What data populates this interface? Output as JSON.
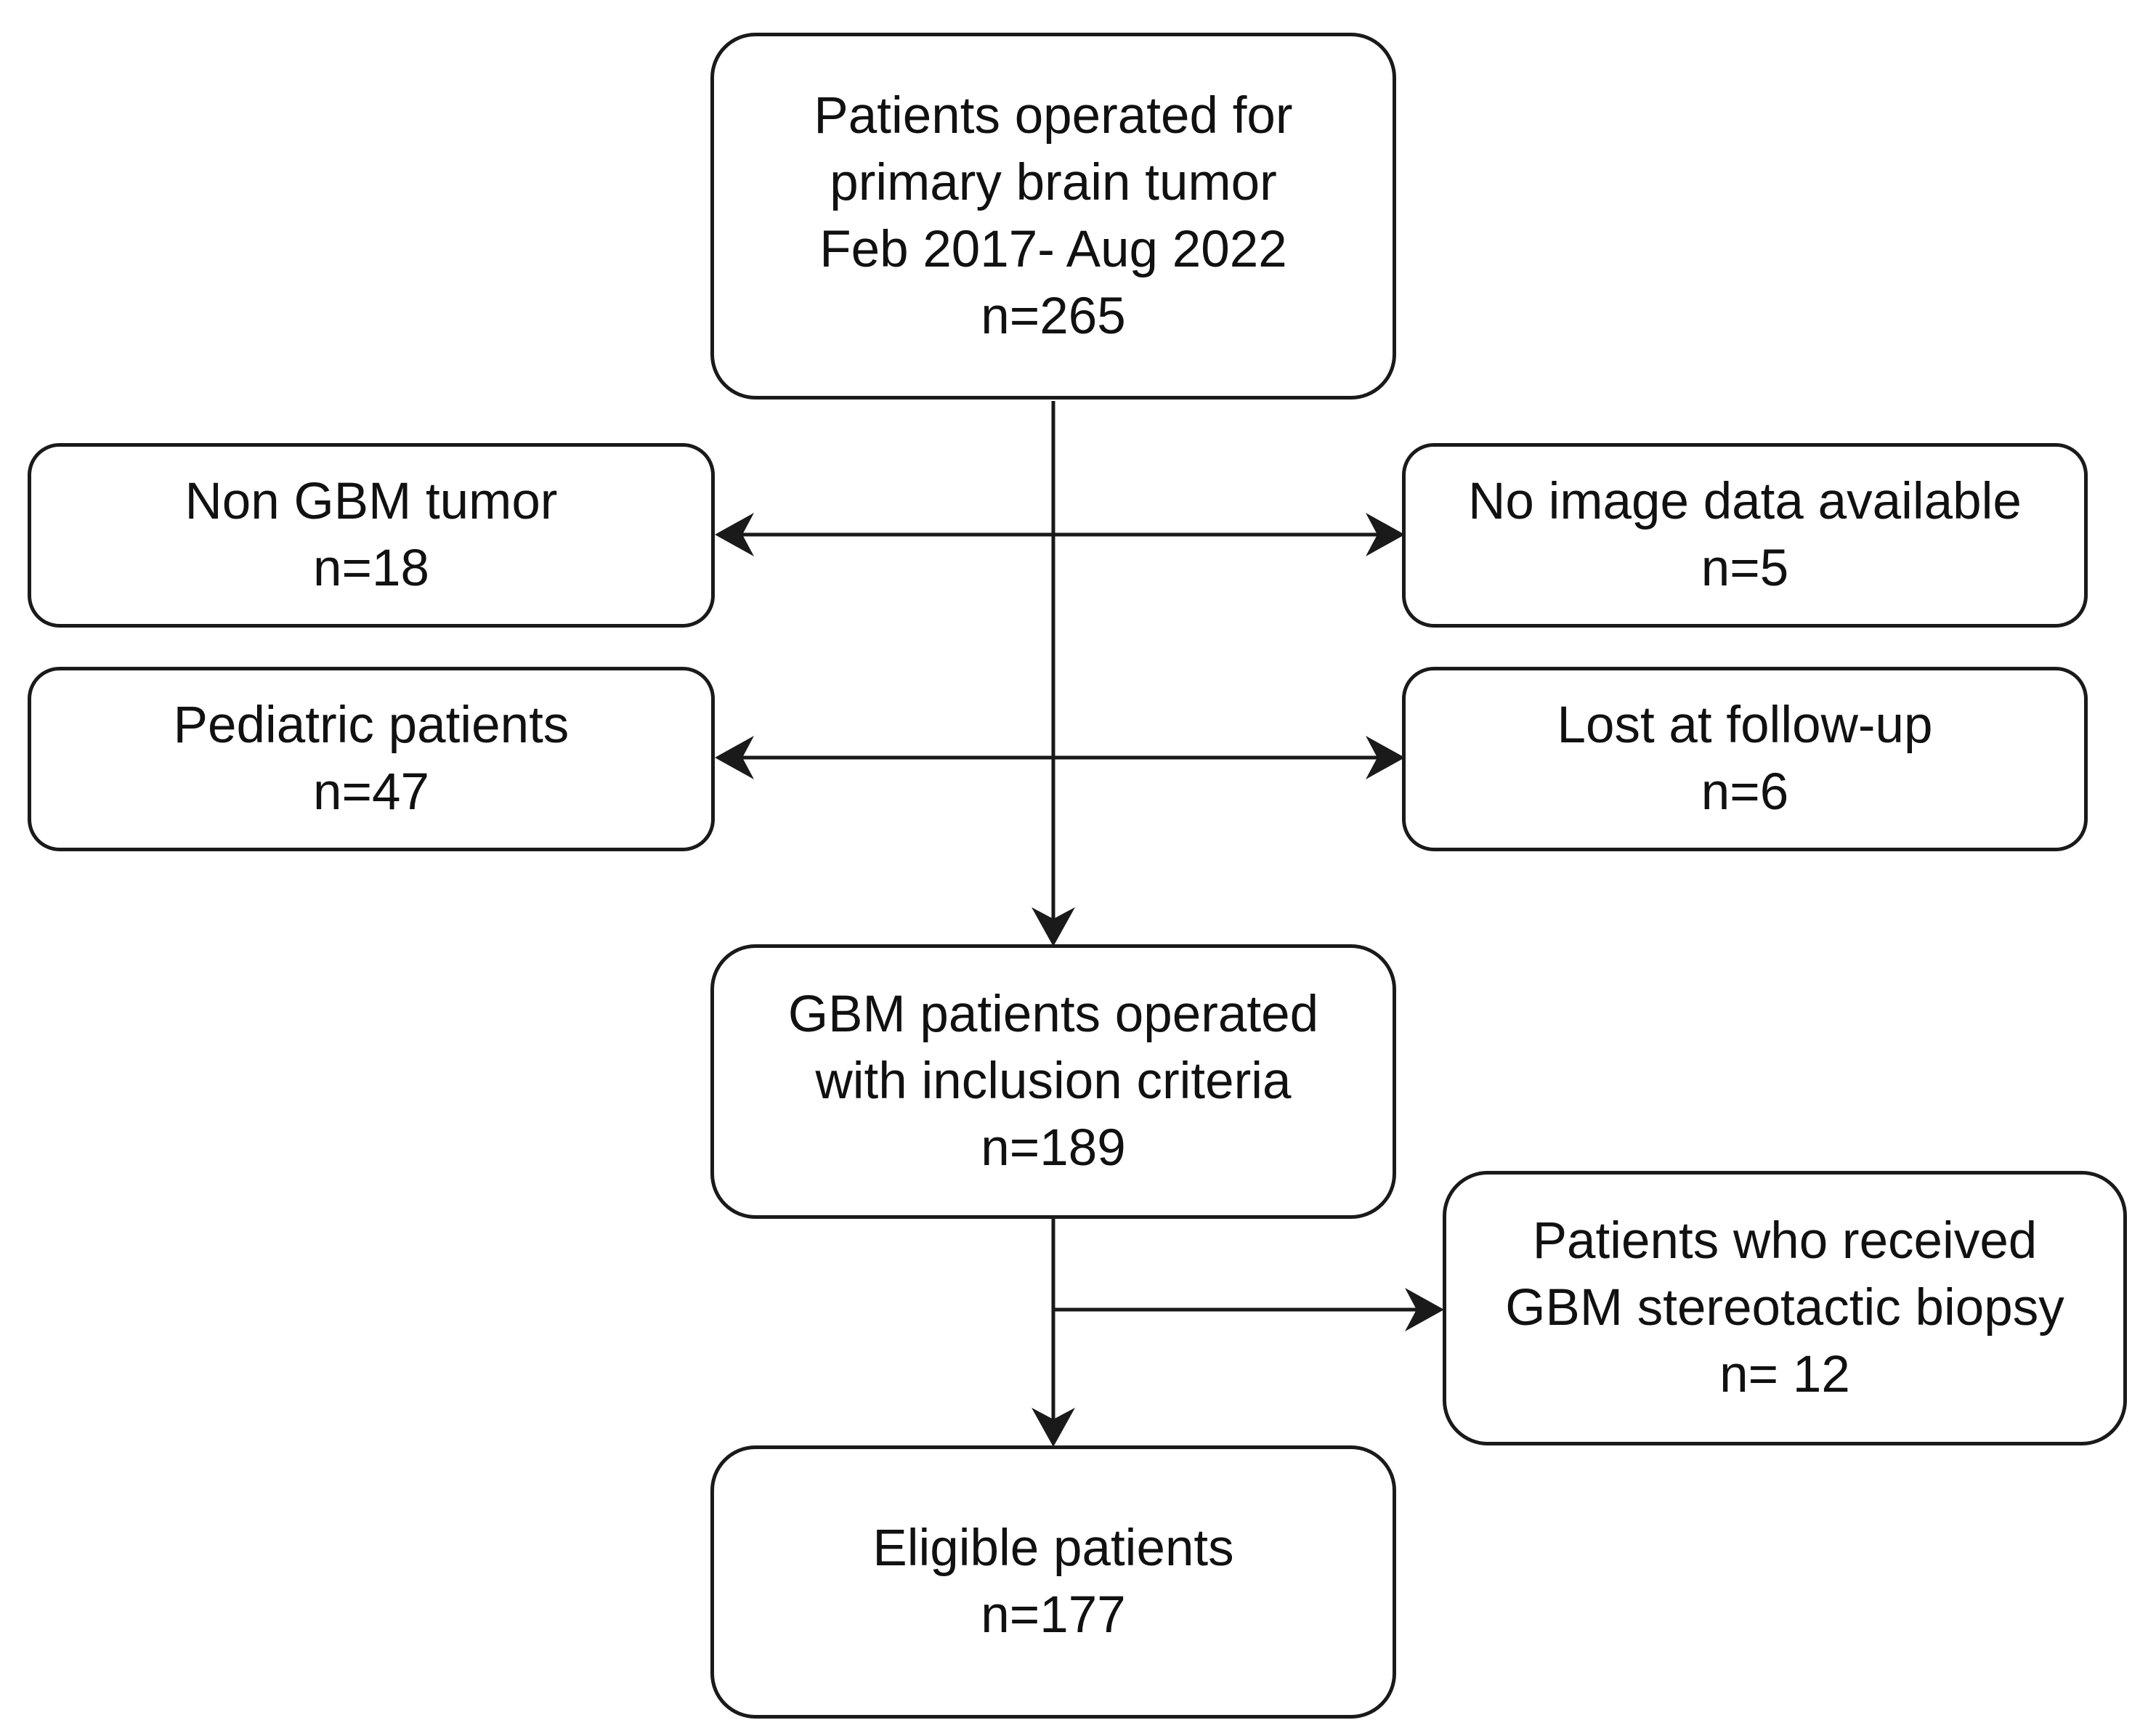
{
  "nodes": {
    "start": {
      "lines": [
        "Patients operated for",
        "primary brain tumor",
        "Feb 2017- Aug 2022"
      ],
      "count": "n=265"
    },
    "non_gbm": {
      "lines": [
        "Non GBM tumor"
      ],
      "count": "n=18"
    },
    "no_image": {
      "lines": [
        "No image data available"
      ],
      "count": "n=5"
    },
    "pediatric": {
      "lines": [
        "Pediatric patients"
      ],
      "count": "n=47"
    },
    "lost_followup": {
      "lines": [
        "Lost at follow-up"
      ],
      "count": "n=6"
    },
    "gbm_inclusion": {
      "lines": [
        "GBM patients operated",
        "with inclusion criteria"
      ],
      "count": "n=189"
    },
    "biopsy": {
      "lines": [
        "Patients who received",
        "GBM stereotactic biopsy"
      ],
      "count": "n= 12"
    },
    "eligible": {
      "lines": [
        "Eligible patients"
      ],
      "count": "n=177"
    }
  },
  "colors": {
    "stroke": "#1a1a1a",
    "background": "#ffffff",
    "text": "#111111"
  }
}
